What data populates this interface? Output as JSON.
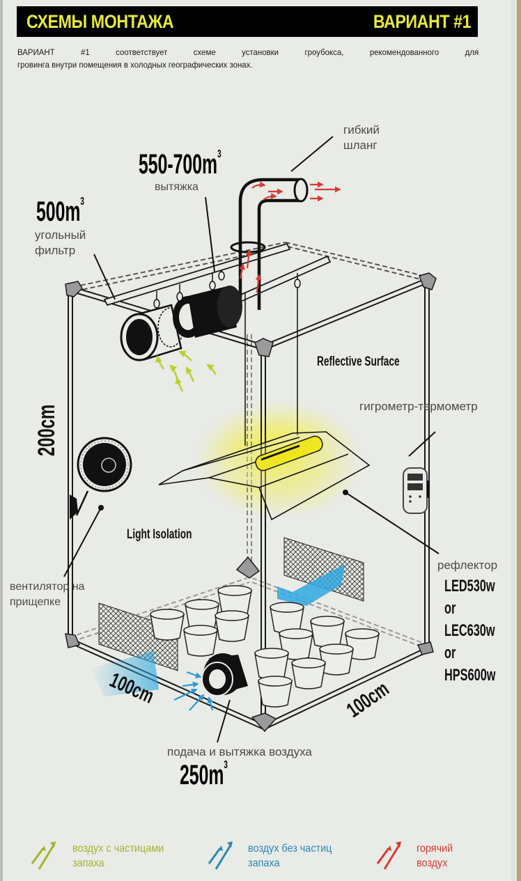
{
  "header": {
    "title": "СХЕМЫ МОНТАЖА",
    "variant": "ВАРИАНТ #1"
  },
  "intro": {
    "line1": "ВАРИАНТ #1 соответствует схеме установки гроубокса, рекомендованного для",
    "line2": "гровинга внутри помещения в холодных географических зонах."
  },
  "labels": {
    "hose_line1": "гибкий",
    "hose_line2": "шланг",
    "exhaust_capacity": "550-700m",
    "exhaust_capacity_sup": "3",
    "exhaust_label": "вытяжка",
    "filter_capacity": "500m",
    "filter_capacity_sup": "3",
    "filter_line1": "угольный",
    "filter_line2": "фильтр",
    "reflective_surface": "Reflective Surface",
    "hygrometer": "гигрометр-термометр",
    "height_dim": "200cm",
    "light_isolation": "Light Isolation",
    "clip_fan_line1": "вентилятор на",
    "clip_fan_line2": "прищепке",
    "reflector": "рефлектор",
    "lamp_option1": "LED530w",
    "or1": "or",
    "lamp_option2": "LEC630w",
    "or2": "or",
    "lamp_option3": "HPS600w",
    "width_dim_left": "100cm",
    "width_dim_right": "100cm",
    "intake_label": "подача и вытяжка воздуха",
    "intake_capacity": "250m",
    "intake_capacity_sup": "3"
  },
  "legend": [
    {
      "icon": "green-arrows-icon",
      "line1": "воздух с частицами",
      "line2": "запаха",
      "color": "#a2b52e"
    },
    {
      "icon": "blue-arrows-icon",
      "line1": "воздух без частиц",
      "line2": "запаха",
      "color": "#2c86b8"
    },
    {
      "icon": "red-arrows-icon",
      "line1": "горячий",
      "line2": "воздух",
      "color": "#d83a34"
    }
  ],
  "colors": {
    "header_bg": "#000000",
    "header_text": "#e7ea3a",
    "background": "#e8ebe6",
    "odor_air": "#a2b52e",
    "clean_air": "#2c86b8",
    "hot_air": "#d83a34",
    "lamp_glow": "#f2ea2a"
  }
}
